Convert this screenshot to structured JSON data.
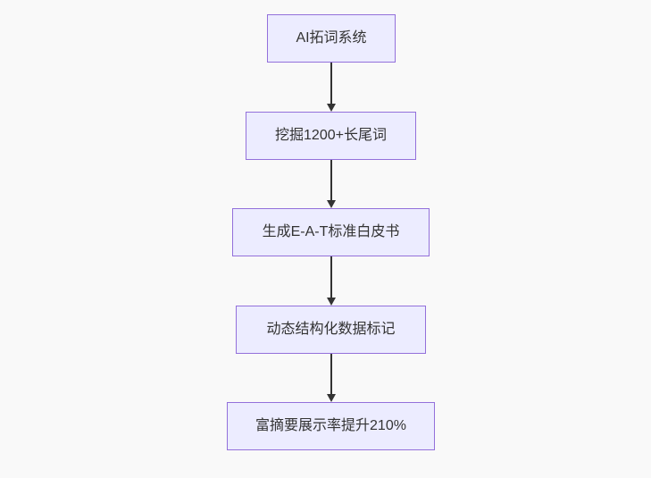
{
  "diagram": {
    "type": "flowchart",
    "direction": "top-down",
    "background_color": "#f9f9f9",
    "node_style": {
      "fill": "#ECECFF",
      "border": "#9370DB",
      "text_color": "#333333"
    },
    "arrow_color": "#333333",
    "nodes": [
      {
        "label": "AI拓词系统"
      },
      {
        "label": "挖掘1200+长尾词"
      },
      {
        "label": "生成E-A-T标准白皮书"
      },
      {
        "label": "动态结构化数据标记"
      },
      {
        "label": "富摘要展示率提升210%"
      }
    ],
    "edges": [
      {
        "from": "AI拓词系统",
        "to": "挖掘1200+长尾词"
      },
      {
        "from": "挖掘1200+长尾词",
        "to": "生成E-A-T标准白皮书"
      },
      {
        "from": "生成E-A-T标准白皮书",
        "to": "动态结构化数据标记"
      },
      {
        "from": "动态结构化数据标记",
        "to": "富摘要展示率提升210%"
      }
    ]
  }
}
